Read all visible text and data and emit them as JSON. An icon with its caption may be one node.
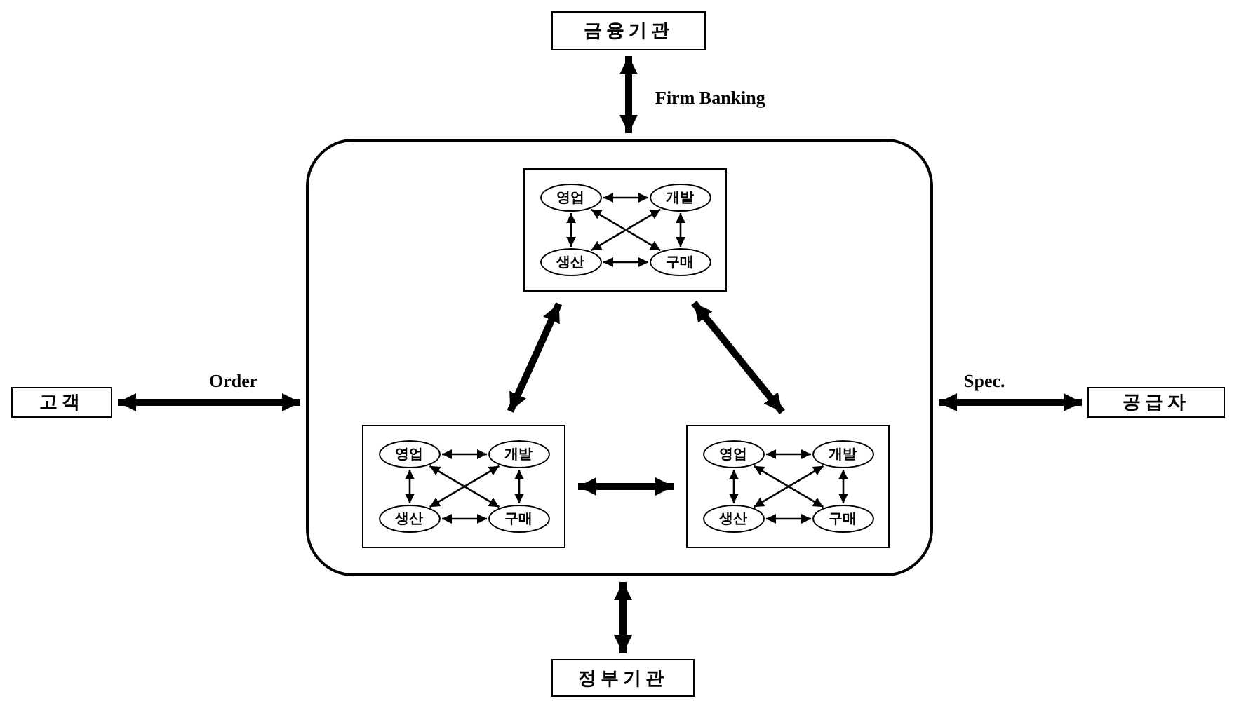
{
  "diagram": {
    "nodes": [
      {
        "text": [
          "금융기관"
        ]
      },
      {
        "text": [
          "고객"
        ]
      },
      {
        "text": [],
        "shape": "box"
      },
      {
        "text": [],
        "shape": "box",
        "in": 2
      },
      {
        "text": [
          "영업"
        ],
        "in": 3
      },
      {
        "text": [
          "개발"
        ],
        "in": 3
      },
      {
        "text": [
          "생산"
        ],
        "in": 3
      },
      {
        "text": [
          "구매"
        ],
        "in": 3
      },
      {
        "text": [
          "공급자"
        ]
      },
      {
        "text": [],
        "shape": "box",
        "in": 2
      },
      {
        "text": [
          "영업"
        ],
        "in": 9
      },
      {
        "text": [
          "개발"
        ],
        "in": 9
      },
      {
        "text": [
          "생산"
        ],
        "in": 9
      },
      {
        "text": [
          "구매"
        ],
        "in": 9
      },
      {
        "text": [],
        "shape": "box",
        "in": 2
      },
      {
        "text": [
          "영업"
        ],
        "in": 14
      },
      {
        "text": [
          "개발"
        ],
        "in": 14
      },
      {
        "text": [
          "생산"
        ],
        "in": 14
      },
      {
        "text": [
          "구매"
        ],
        "in": 14
      },
      {
        "text": [
          "정부기관"
        ]
      }
    ],
    "edges": [
      {
        "from": 0,
        "to": 2,
        "arrow": "both",
        "style": "thick",
        "label": "Firm Banking"
      },
      {
        "from": 1,
        "to": 2,
        "arrow": "both",
        "style": "thick",
        "label": "Order"
      },
      {
        "from": 2,
        "to": 8,
        "arrow": "both",
        "style": "thick",
        "label": "Spec."
      },
      {
        "from": 2,
        "to": 19,
        "arrow": "both",
        "style": "thick"
      },
      {
        "from": 3,
        "to": 9,
        "arrow": "both",
        "style": "thick"
      },
      {
        "from": 3,
        "to": 14,
        "arrow": "both",
        "style": "thick"
      },
      {
        "from": 9,
        "to": 14,
        "arrow": "both",
        "style": "thick"
      },
      {
        "from": 4,
        "to": 5,
        "arrow": "both"
      },
      {
        "from": 4,
        "to": 6,
        "arrow": "both"
      },
      {
        "from": 4,
        "to": 7,
        "arrow": "both"
      },
      {
        "from": 5,
        "to": 6,
        "arrow": "both"
      },
      {
        "from": 5,
        "to": 7,
        "arrow": "both"
      },
      {
        "from": 6,
        "to": 7,
        "arrow": "both"
      },
      {
        "from": 10,
        "to": 11,
        "arrow": "both"
      },
      {
        "from": 10,
        "to": 12,
        "arrow": "both"
      },
      {
        "from": 10,
        "to": 13,
        "arrow": "both"
      },
      {
        "from": 11,
        "to": 12,
        "arrow": "both"
      },
      {
        "from": 11,
        "to": 13,
        "arrow": "both"
      },
      {
        "from": 12,
        "to": 13,
        "arrow": "both"
      },
      {
        "from": 15,
        "to": 16,
        "arrow": "both"
      },
      {
        "from": 15,
        "to": 17,
        "arrow": "both"
      },
      {
        "from": 15,
        "to": 18,
        "arrow": "both"
      },
      {
        "from": 16,
        "to": 17,
        "arrow": "both"
      },
      {
        "from": 16,
        "to": 18,
        "arrow": "both"
      },
      {
        "from": 17,
        "to": 18,
        "arrow": "both"
      }
    ]
  }
}
